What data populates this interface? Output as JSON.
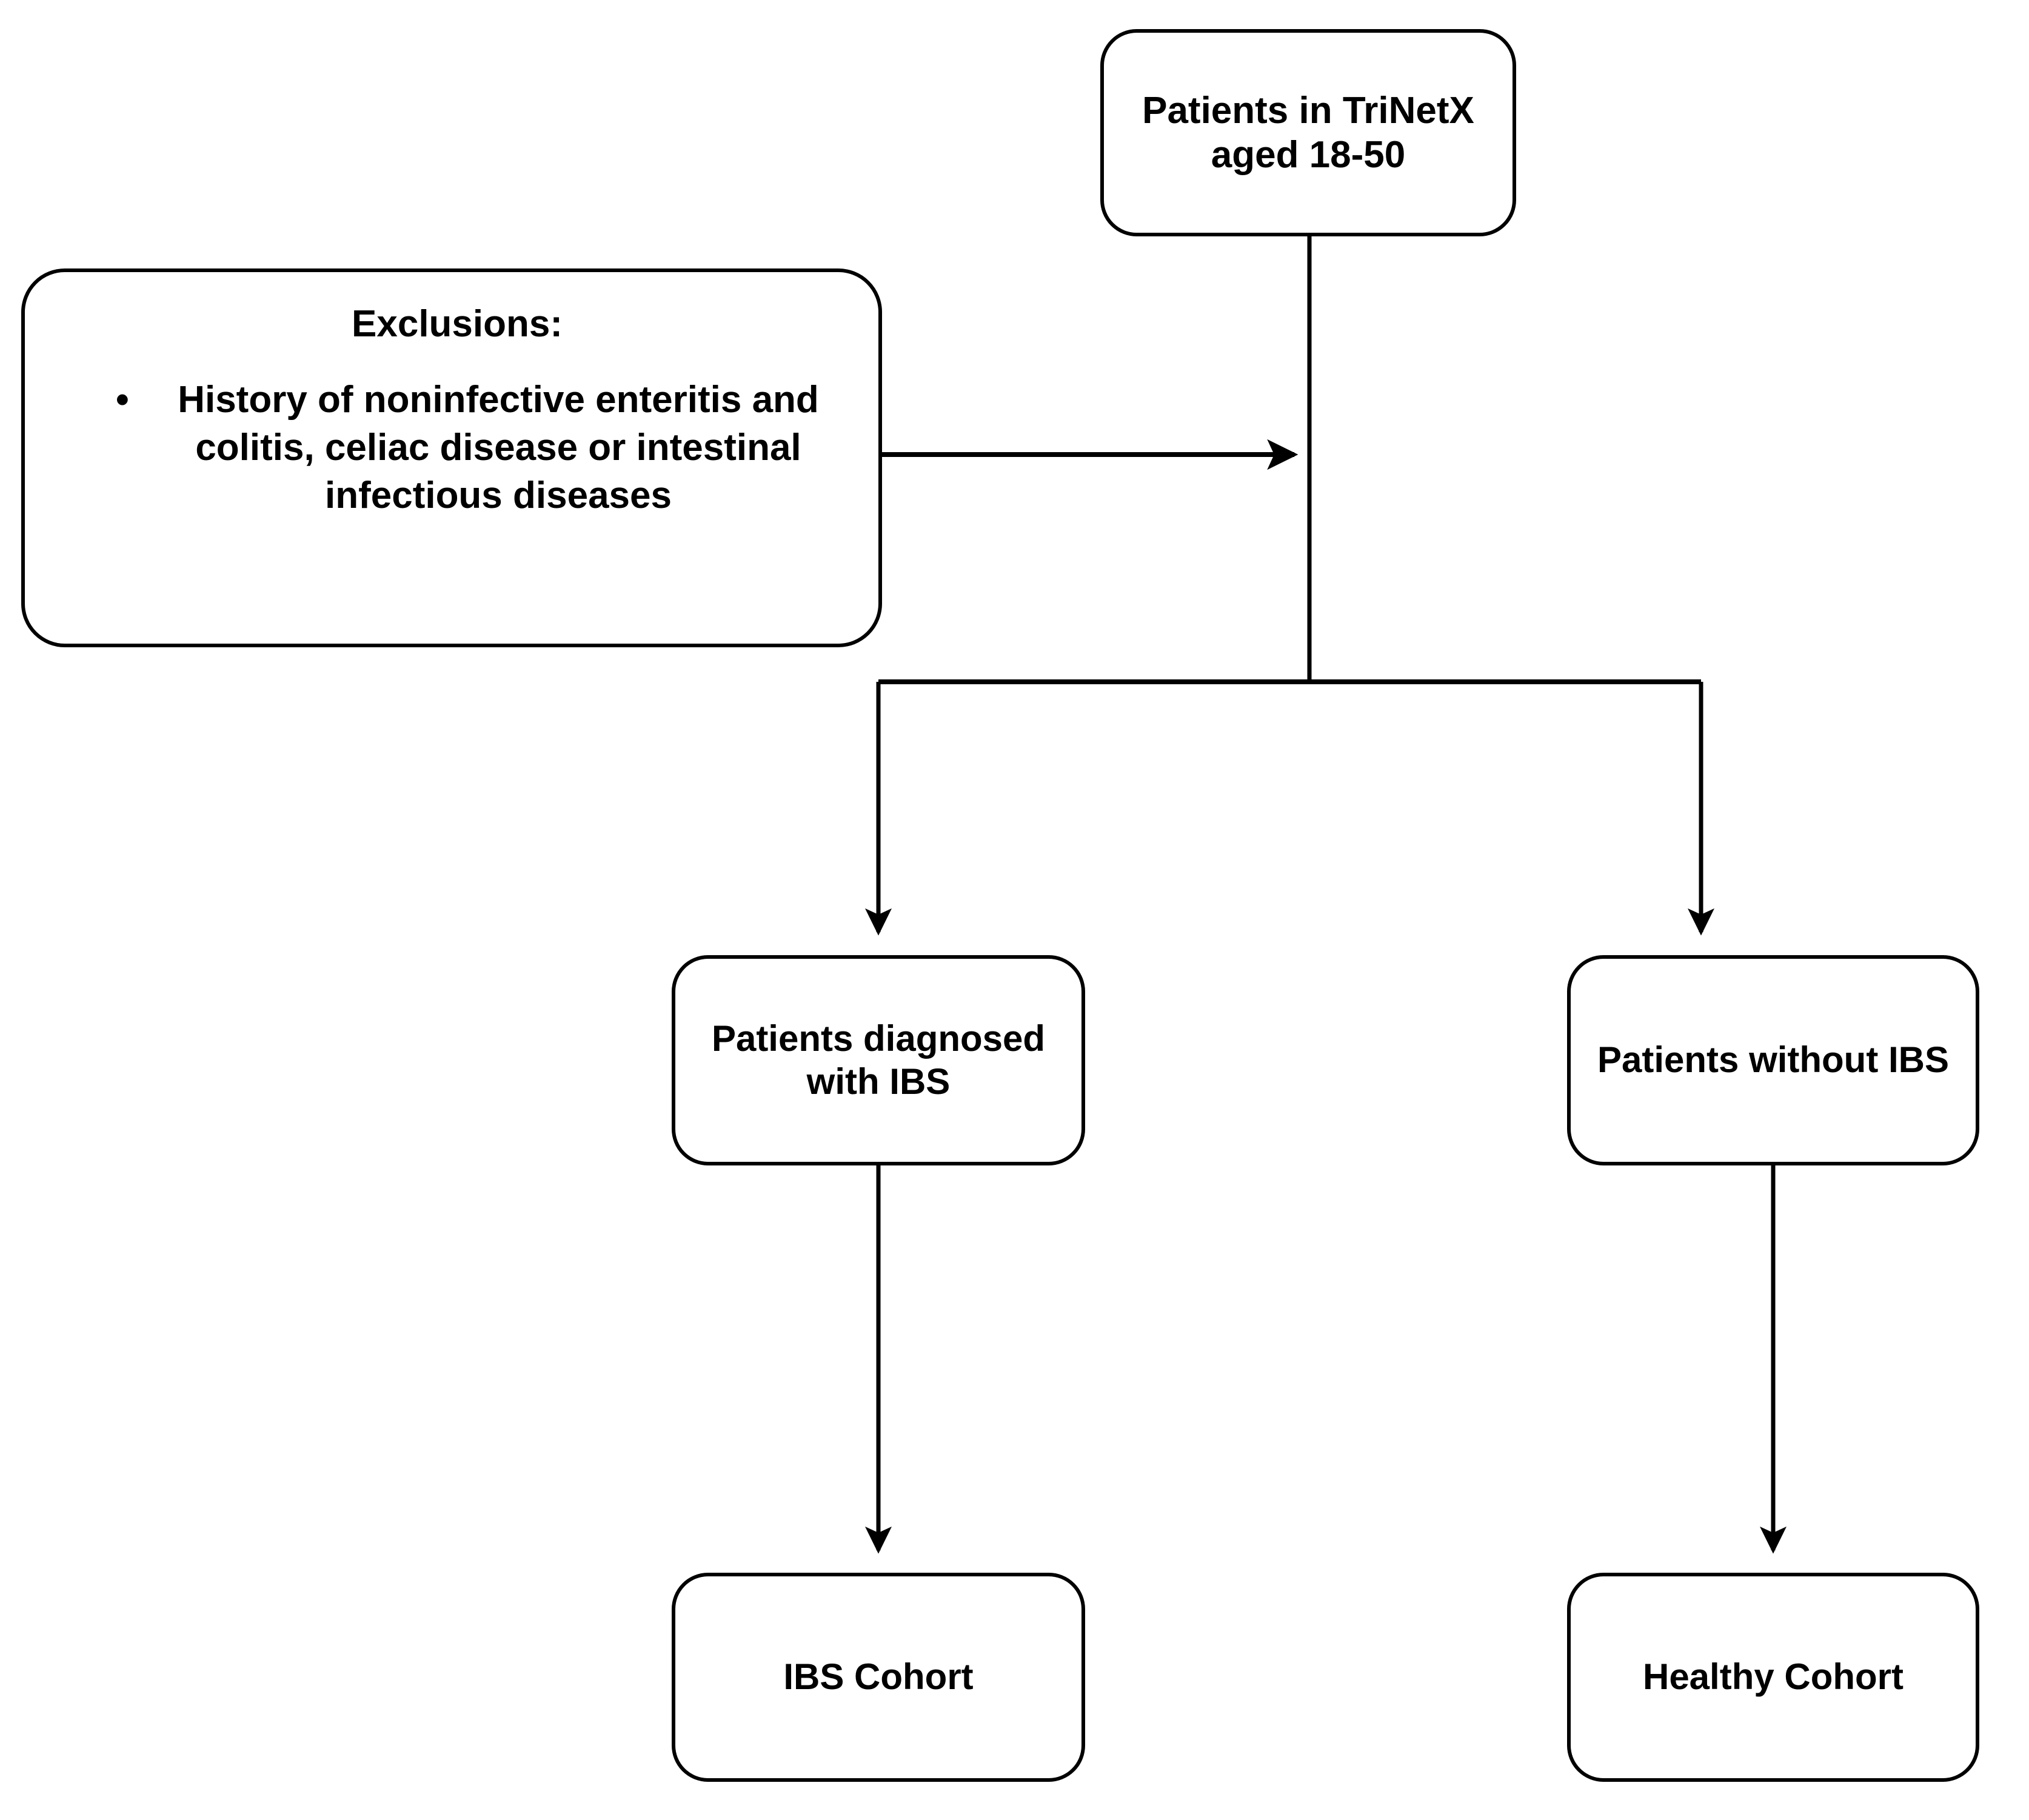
{
  "diagram": {
    "type": "flowchart",
    "title": "Patient cohort selection flow diagram",
    "orientation": "top-down",
    "style": {
      "box_fill": "#ffffff",
      "box_stroke": "#000000",
      "edge_color": "#000000",
      "background": "#ffffff"
    }
  },
  "nodes": {
    "root": {
      "label": "Patients in TriNetX\naged 18-50",
      "shape": "rounded-rectangle"
    },
    "exclusions": {
      "title": "Exclusions:",
      "bullet_glyph": "•",
      "items": [
        "History of noninfective enteritis and colitis, celiac disease or intestinal infectious diseases"
      ],
      "shape": "rounded-rectangle"
    },
    "ibs_diagnosed": {
      "label": "Patients diagnosed\nwith IBS",
      "shape": "rounded-rectangle"
    },
    "without_ibs": {
      "label": "Patients without IBS",
      "shape": "rounded-rectangle"
    },
    "ibs_cohort": {
      "label": "IBS Cohort",
      "shape": "rounded-rectangle"
    },
    "healthy_cohort": {
      "label": "Healthy Cohort",
      "shape": "rounded-rectangle"
    }
  },
  "edges": [
    {
      "from": "exclusions",
      "to": "root",
      "arrow": "end",
      "direction": "right"
    },
    {
      "from": "root",
      "to": "ibs_diagnosed",
      "arrow": "end",
      "direction": "down-left-branch"
    },
    {
      "from": "root",
      "to": "without_ibs",
      "arrow": "end",
      "direction": "down-right-branch"
    },
    {
      "from": "ibs_diagnosed",
      "to": "ibs_cohort",
      "arrow": "end",
      "direction": "down"
    },
    {
      "from": "without_ibs",
      "to": "healthy_cohort",
      "arrow": "end",
      "direction": "down"
    }
  ]
}
